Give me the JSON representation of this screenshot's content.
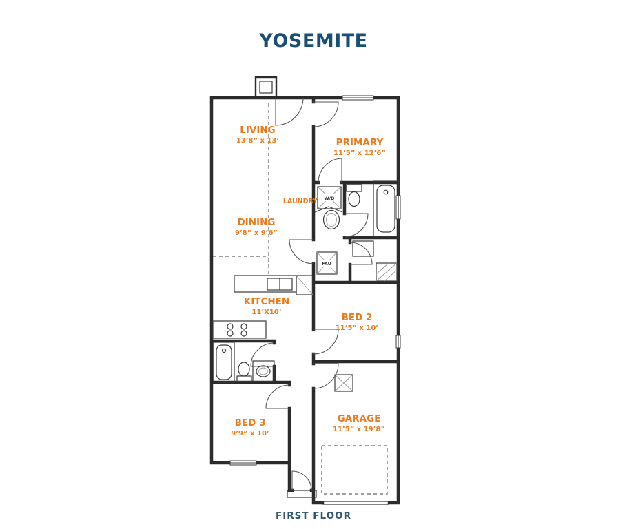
{
  "page": {
    "title": "YOSEMITE",
    "footer": "FIRST FLOOR"
  },
  "rooms": [
    {
      "id": "living",
      "name": "LIVING",
      "dims": "13’8” x 13’"
    },
    {
      "id": "primary",
      "name": "PRIMARY",
      "dims": "11’5” x 12’6”"
    },
    {
      "id": "laundry",
      "name": "LAUNDRY",
      "dims": ""
    },
    {
      "id": "dining",
      "name": "DINING",
      "dims": "9’8” x 9’6”"
    },
    {
      "id": "kitchen",
      "name": "KITCHEN",
      "dims": "11’X10’"
    },
    {
      "id": "bed2",
      "name": "BED 2",
      "dims": "11’5” x 10’"
    },
    {
      "id": "bed3",
      "name": "BED 3",
      "dims": "9’9” x 10’"
    },
    {
      "id": "garage",
      "name": "GARAGE",
      "dims": "11’5” x 19’8”"
    }
  ],
  "appliances": {
    "washer_dryer": "W/D",
    "fau": "FAU"
  },
  "colors": {
    "accent_orange": "#E87C1E",
    "heading_blue": "#1B4E74",
    "footer_blue": "#2F566E",
    "wall": "#2B2B2B"
  }
}
